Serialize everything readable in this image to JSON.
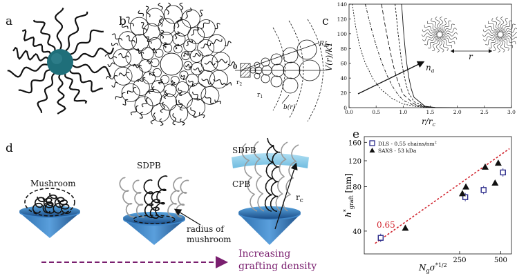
{
  "panels": {
    "a": {
      "letter": "a"
    },
    "b": {
      "letter": "b",
      "labels": {
        "origin": "0",
        "r1": "r",
        "r1_sub": "1",
        "r2": "r",
        "r2_sub": "2",
        "rsp": "R",
        "rsp_sub": "sp",
        "blob": "b(r)"
      }
    },
    "c": {
      "letter": "c",
      "ylabel": "V(r)/kT",
      "xlabel": "r/r",
      "xlabel_sub": "c",
      "annotation": "n",
      "annotation_sub": "a",
      "separation_label": "r"
    },
    "d": {
      "letter": "d",
      "labels": {
        "mushroom": "Mushroom",
        "sdpb1": "SDPB",
        "radius1": "radius of",
        "radius2": "mushroom",
        "sdpb2": "SDPB",
        "cpb": "CPB",
        "rc": "r",
        "rc_sub": "c"
      },
      "arrow_text_1": "Increasing",
      "arrow_text_2": "grafting density"
    },
    "e": {
      "letter": "e",
      "ylabel": "h*graft [nm]",
      "ylabel_main": "h",
      "ylabel_sup": "*",
      "ylabel_sub": "graft",
      "ylabel_unit": " [nm]",
      "xlabel": "Ngσ*1/2",
      "xlabel_main": "N",
      "xlabel_sub": "g",
      "xlabel_sigma": "σ",
      "xlabel_sup": "*1/2",
      "slope_label": "0.65",
      "legend_dls": "DLS - 0.55 chains/nm",
      "legend_dls_sup": "2",
      "legend_saxs": "SAXS - 53 kDa"
    }
  },
  "colors": {
    "core": "#1f6f7a",
    "fit_line": "#d0202a",
    "arrow_purple": "#7a1f6f",
    "substrate": "#2f6fb0",
    "dls_marker": "#2a2a8a"
  },
  "chart_data": [
    {
      "type": "line",
      "panel": "c",
      "title": "",
      "xlabel": "r/rc",
      "ylabel": "V(r)/kT",
      "xlim": [
        0.0,
        3.0
      ],
      "ylim": [
        0,
        140
      ],
      "xticks": [
        0.0,
        0.5,
        1.0,
        1.5,
        2.0,
        2.5,
        3.0
      ],
      "yticks": [
        0,
        20,
        40,
        60,
        80,
        100,
        120,
        140
      ],
      "series": [
        {
          "x": [
            0.06,
            0.12,
            0.2,
            0.3,
            0.45,
            0.6,
            0.8,
            1.0,
            1.2,
            1.4,
            1.6,
            2.0,
            3.0
          ],
          "values": [
            140,
            110,
            82,
            60,
            38,
            24,
            12,
            5,
            2,
            0.5,
            0,
            0,
            0
          ]
        },
        {
          "x": [
            0.3,
            0.4,
            0.5,
            0.6,
            0.7,
            0.8,
            0.9,
            1.0,
            1.2,
            1.4,
            1.6,
            2.0,
            3.0
          ],
          "values": [
            140,
            110,
            84,
            62,
            44,
            29,
            18,
            10,
            3,
            0.8,
            0,
            0,
            0
          ]
        },
        {
          "x": [
            0.6,
            0.65,
            0.7,
            0.75,
            0.8,
            0.85,
            0.9,
            1.0,
            1.2,
            1.4,
            1.6,
            2.0,
            3.0
          ],
          "values": [
            140,
            118,
            98,
            80,
            62,
            48,
            36,
            18,
            5,
            1,
            0,
            0,
            0
          ]
        },
        {
          "x": [
            0.85,
            0.88,
            0.9,
            0.93,
            0.96,
            1.0,
            1.05,
            1.1,
            1.2,
            1.4,
            1.6,
            2.0,
            3.0
          ],
          "values": [
            140,
            120,
            104,
            86,
            68,
            50,
            32,
            20,
            8,
            1.5,
            0,
            0,
            0
          ]
        },
        {
          "x": [
            0.97,
            0.99,
            1.0,
            1.02,
            1.04,
            1.07,
            1.1,
            1.15,
            1.2,
            1.4,
            1.6,
            2.0,
            3.0
          ],
          "values": [
            140,
            122,
            110,
            92,
            76,
            58,
            42,
            25,
            14,
            2,
            0.2,
            0,
            0
          ]
        }
      ]
    },
    {
      "type": "scatter",
      "panel": "e",
      "title": "",
      "xlabel": "Ngσ*1/2",
      "ylabel": "h*graft [nm]",
      "x_scale": "log",
      "y_scale": "log",
      "xlim": [
        50,
        600
      ],
      "ylim": [
        28,
        175
      ],
      "xticks": [
        250,
        500
      ],
      "yticks": [
        40,
        80,
        120,
        160
      ],
      "series": [
        {
          "name": "DLS - 0.55 chains/nm2",
          "marker": "open-square",
          "x": [
            66,
            275,
            375,
            520
          ],
          "values": [
            36,
            68,
            76,
            100
          ]
        },
        {
          "name": "SAXS - 53 kDa",
          "marker": "filled-triangle",
          "x": [
            100,
            262,
            278,
            385,
            455,
            480
          ],
          "values": [
            42,
            72,
            80,
            109,
            85,
            116
          ]
        }
      ],
      "fit": {
        "slope": 0.65,
        "x": [
          60,
          580
        ],
        "values": [
          33,
          145
        ]
      }
    }
  ]
}
